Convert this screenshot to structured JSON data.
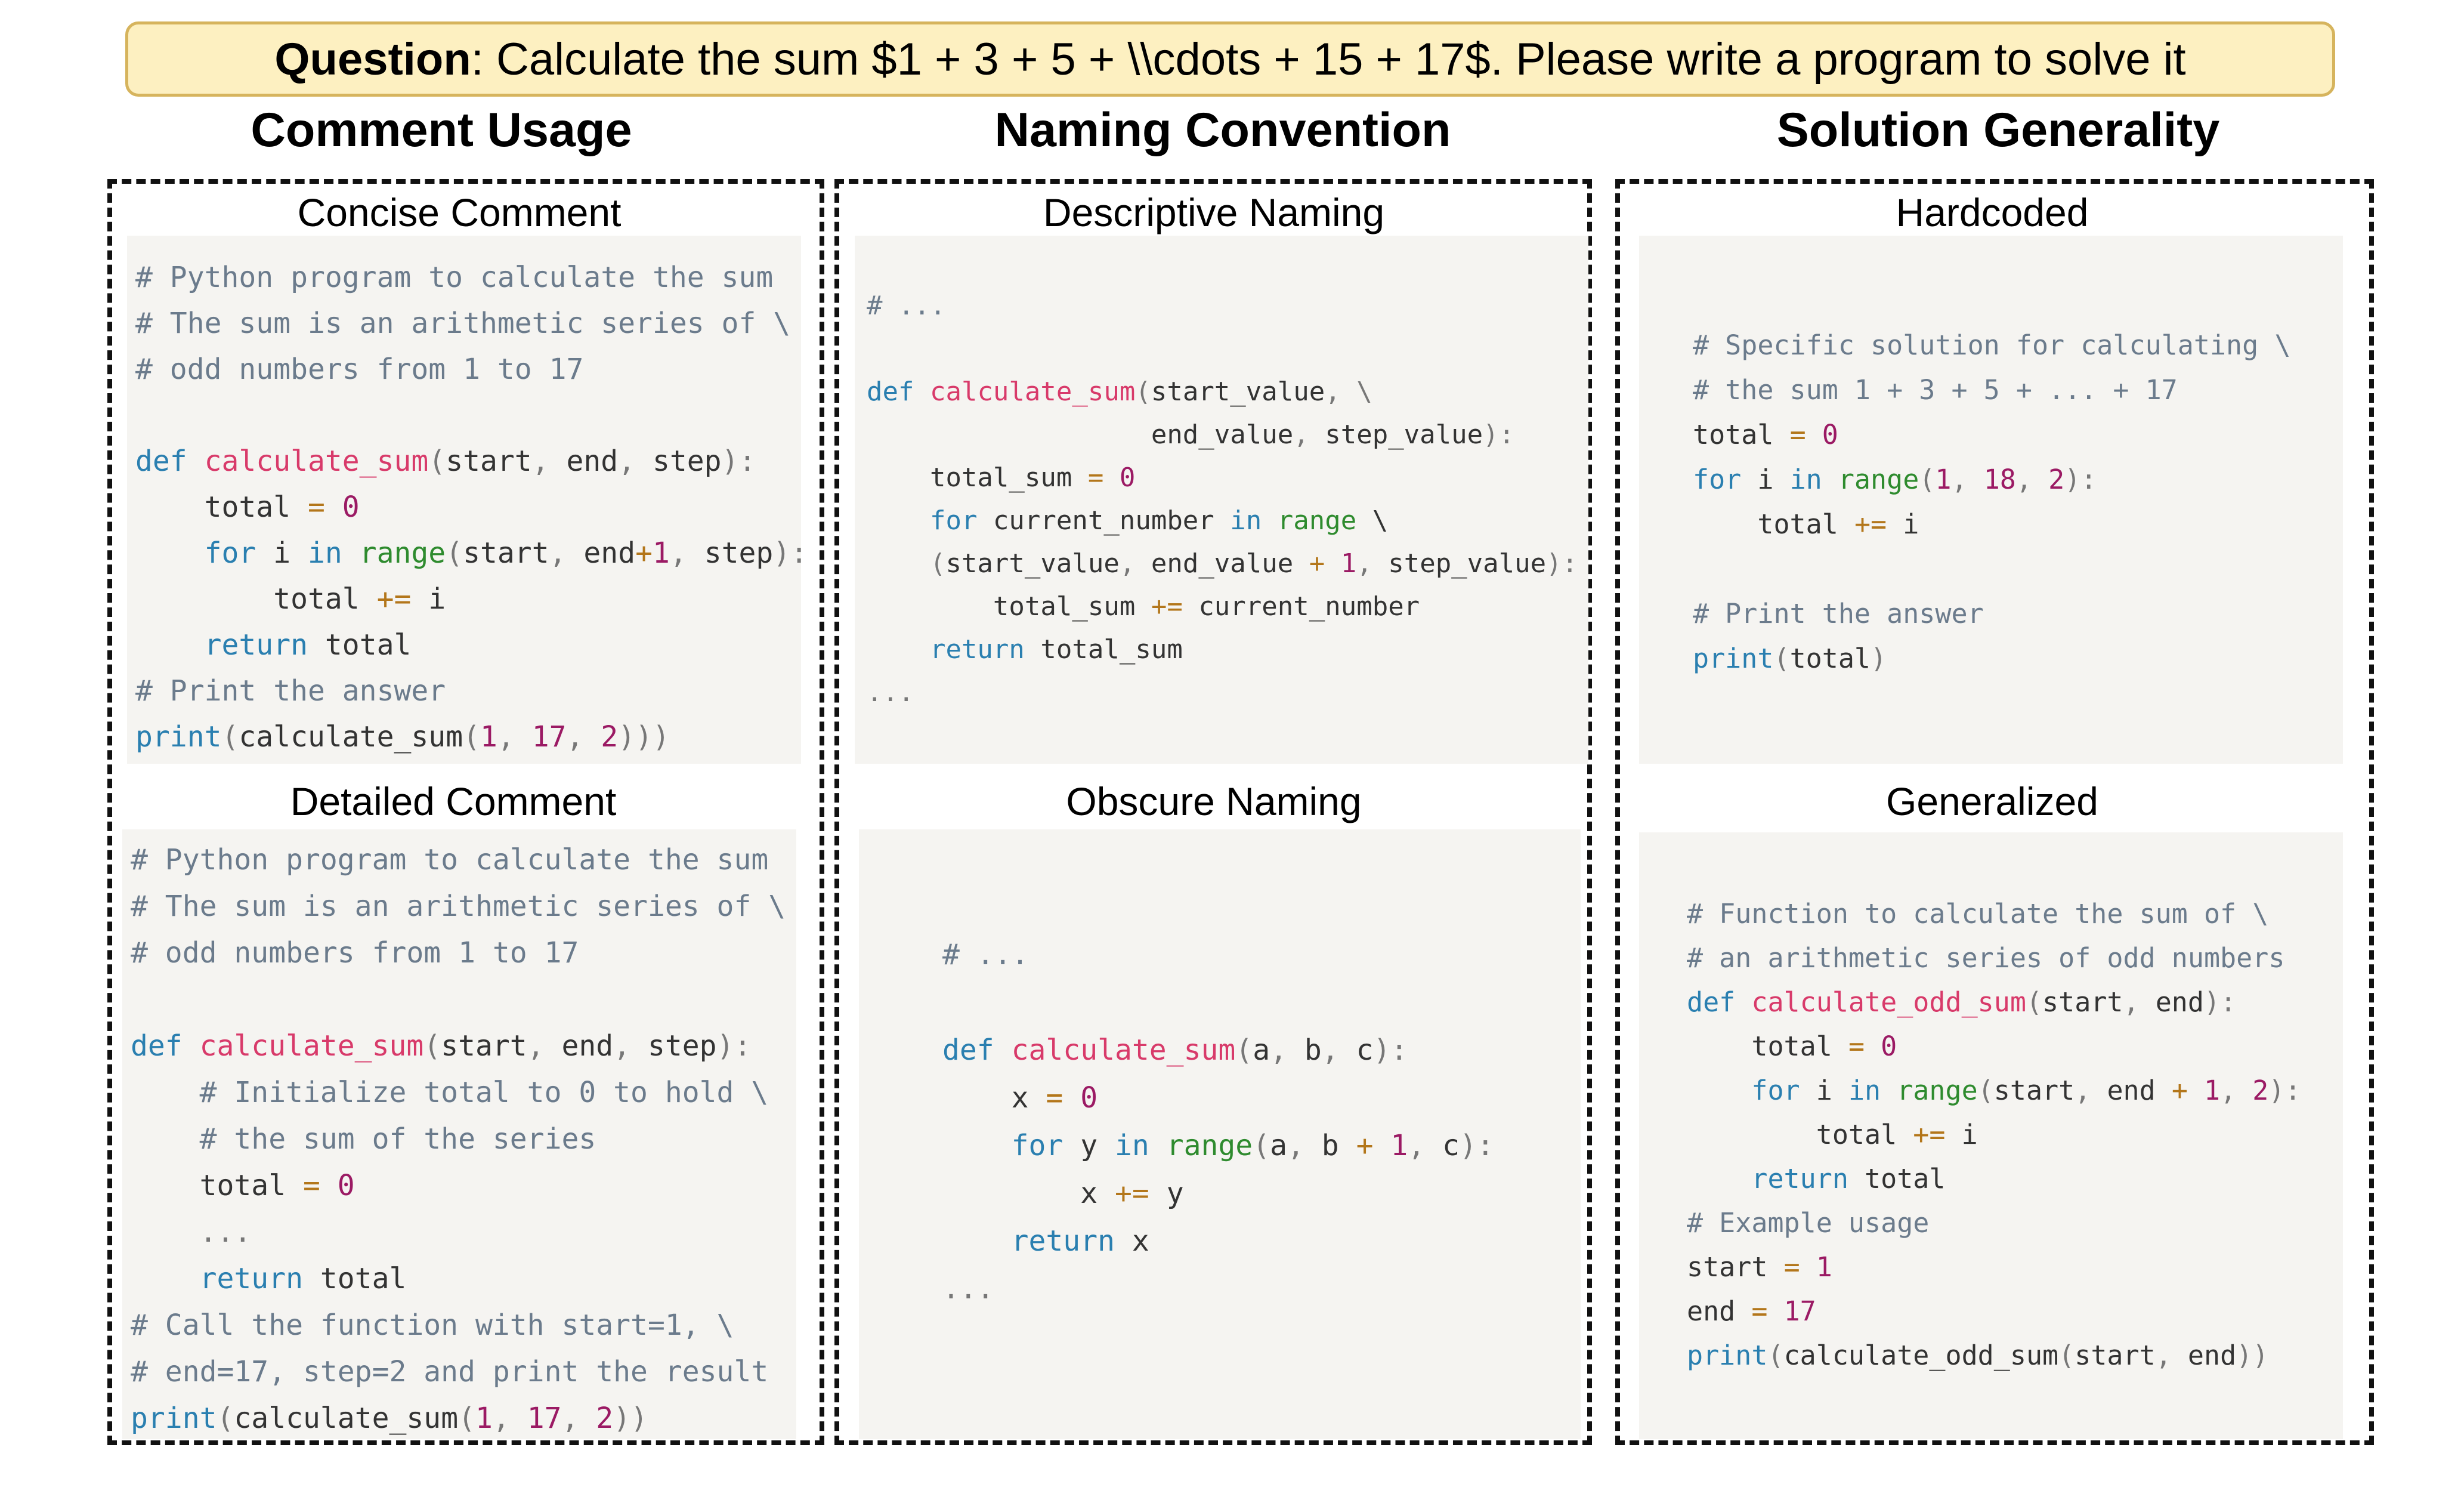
{
  "question": {
    "label": "Question",
    "text": ": Calculate the sum $1 + 3 + 5 + \\\\cdots + 15 + 17$. Please write a program to solve it"
  },
  "columns": [
    {
      "title": "Comment Usage"
    },
    {
      "title": "Naming Convention"
    },
    {
      "title": "Solution Generality"
    }
  ],
  "panels": {
    "concise": {
      "title": "Concise Comment",
      "lines": [
        [
          [
            "cm",
            "# Python program to calculate the sum"
          ]
        ],
        [
          [
            "cm",
            "# The sum is an arithmetic series of \\"
          ]
        ],
        [
          [
            "cm",
            "# odd numbers from 1 to 17"
          ]
        ],
        [],
        [
          [
            "kw",
            "def "
          ],
          [
            "fn",
            "calculate_sum"
          ],
          [
            "pu",
            "("
          ],
          [
            "tx",
            "start"
          ],
          [
            "pu",
            ", "
          ],
          [
            "tx",
            "end"
          ],
          [
            "pu",
            ", "
          ],
          [
            "tx",
            "step"
          ],
          [
            "pu",
            "):"
          ]
        ],
        [
          [
            "tx",
            "    total "
          ],
          [
            "op",
            "= "
          ],
          [
            "num",
            "0"
          ]
        ],
        [
          [
            "kw",
            "    for "
          ],
          [
            "tx",
            "i "
          ],
          [
            "kw",
            "in "
          ],
          [
            "bi",
            "range"
          ],
          [
            "pu",
            "("
          ],
          [
            "tx",
            "start"
          ],
          [
            "pu",
            ", "
          ],
          [
            "tx",
            "end"
          ],
          [
            "op",
            "+"
          ],
          [
            "num",
            "1"
          ],
          [
            "pu",
            ", "
          ],
          [
            "tx",
            "step"
          ],
          [
            "pu",
            "):"
          ]
        ],
        [
          [
            "tx",
            "        total "
          ],
          [
            "op",
            "+= "
          ],
          [
            "tx",
            "i"
          ]
        ],
        [
          [
            "kw",
            "    return "
          ],
          [
            "tx",
            "total"
          ]
        ],
        [
          [
            "cm",
            "# Print the answer"
          ]
        ],
        [
          [
            "kw",
            "print"
          ],
          [
            "pu",
            "("
          ],
          [
            "tx",
            "calculate_sum"
          ],
          [
            "pu",
            "("
          ],
          [
            "num",
            "1"
          ],
          [
            "pu",
            ", "
          ],
          [
            "num",
            "17"
          ],
          [
            "pu",
            ", "
          ],
          [
            "num",
            "2"
          ],
          [
            "pu",
            ")))"
          ]
        ]
      ]
    },
    "detailed": {
      "title": "Detailed Comment",
      "lines": [
        [
          [
            "cm",
            "# Python program to calculate the sum"
          ]
        ],
        [
          [
            "cm",
            "# The sum is an arithmetic series of \\"
          ]
        ],
        [
          [
            "cm",
            "# odd numbers from 1 to 17"
          ]
        ],
        [],
        [
          [
            "kw",
            "def "
          ],
          [
            "fn",
            "calculate_sum"
          ],
          [
            "pu",
            "("
          ],
          [
            "tx",
            "start"
          ],
          [
            "pu",
            ", "
          ],
          [
            "tx",
            "end"
          ],
          [
            "pu",
            ", "
          ],
          [
            "tx",
            "step"
          ],
          [
            "pu",
            "):"
          ]
        ],
        [
          [
            "cm",
            "    # Initialize total to 0 to hold \\"
          ]
        ],
        [
          [
            "cm",
            "    # the sum of the series"
          ]
        ],
        [
          [
            "tx",
            "    total "
          ],
          [
            "op",
            "= "
          ],
          [
            "num",
            "0"
          ]
        ],
        [
          [
            "pu",
            "    ..."
          ]
        ],
        [
          [
            "kw",
            "    return "
          ],
          [
            "tx",
            "total"
          ]
        ],
        [
          [
            "cm",
            "# Call the function with start=1, \\"
          ]
        ],
        [
          [
            "cm",
            "# end=17, step=2 and print the result"
          ]
        ],
        [
          [
            "kw",
            "print"
          ],
          [
            "pu",
            "("
          ],
          [
            "tx",
            "calculate_sum"
          ],
          [
            "pu",
            "("
          ],
          [
            "num",
            "1"
          ],
          [
            "pu",
            ", "
          ],
          [
            "num",
            "17"
          ],
          [
            "pu",
            ", "
          ],
          [
            "num",
            "2"
          ],
          [
            "pu",
            "))"
          ]
        ]
      ]
    },
    "descriptive": {
      "title": "Descriptive Naming",
      "lines": [
        [
          [
            "cm",
            "# ..."
          ]
        ],
        [],
        [
          [
            "kw",
            "def "
          ],
          [
            "fn",
            "calculate_sum"
          ],
          [
            "pu",
            "("
          ],
          [
            "tx",
            "start_value"
          ],
          [
            "pu",
            ", \\"
          ]
        ],
        [
          [
            "tx",
            "                  end_value"
          ],
          [
            "pu",
            ", "
          ],
          [
            "tx",
            "step_value"
          ],
          [
            "pu",
            "):"
          ]
        ],
        [
          [
            "tx",
            "    total_sum "
          ],
          [
            "op",
            "= "
          ],
          [
            "num",
            "0"
          ]
        ],
        [
          [
            "kw",
            "    for "
          ],
          [
            "tx",
            "current_number "
          ],
          [
            "kw",
            "in "
          ],
          [
            "bi",
            "range "
          ],
          [
            "tx",
            "\\"
          ]
        ],
        [
          [
            "pu",
            "    ("
          ],
          [
            "tx",
            "start_value"
          ],
          [
            "pu",
            ", "
          ],
          [
            "tx",
            "end_value "
          ],
          [
            "op",
            "+ "
          ],
          [
            "num",
            "1"
          ],
          [
            "pu",
            ", "
          ],
          [
            "tx",
            "step_value"
          ],
          [
            "pu",
            "):"
          ]
        ],
        [
          [
            "tx",
            "        total_sum "
          ],
          [
            "op",
            "+= "
          ],
          [
            "tx",
            "current_number"
          ]
        ],
        [
          [
            "kw",
            "    return "
          ],
          [
            "tx",
            "total_sum"
          ]
        ],
        [
          [
            "pu",
            "..."
          ]
        ]
      ]
    },
    "obscure": {
      "title": "Obscure Naming",
      "lines": [
        [
          [
            "cm",
            "# ..."
          ]
        ],
        [],
        [
          [
            "kw",
            "def "
          ],
          [
            "fn",
            "calculate_sum"
          ],
          [
            "pu",
            "("
          ],
          [
            "tx",
            "a"
          ],
          [
            "pu",
            ", "
          ],
          [
            "tx",
            "b"
          ],
          [
            "pu",
            ", "
          ],
          [
            "tx",
            "c"
          ],
          [
            "pu",
            "):"
          ]
        ],
        [
          [
            "tx",
            "    x "
          ],
          [
            "op",
            "= "
          ],
          [
            "num",
            "0"
          ]
        ],
        [
          [
            "kw",
            "    for "
          ],
          [
            "tx",
            "y "
          ],
          [
            "kw",
            "in "
          ],
          [
            "bi",
            "range"
          ],
          [
            "pu",
            "("
          ],
          [
            "tx",
            "a"
          ],
          [
            "pu",
            ", "
          ],
          [
            "tx",
            "b "
          ],
          [
            "op",
            "+ "
          ],
          [
            "num",
            "1"
          ],
          [
            "pu",
            ", "
          ],
          [
            "tx",
            "c"
          ],
          [
            "pu",
            "):"
          ]
        ],
        [
          [
            "tx",
            "        x "
          ],
          [
            "op",
            "+= "
          ],
          [
            "tx",
            "y"
          ]
        ],
        [
          [
            "kw",
            "    return "
          ],
          [
            "tx",
            "x"
          ]
        ],
        [
          [
            "pu",
            "..."
          ]
        ]
      ]
    },
    "hardcoded": {
      "title": "Hardcoded",
      "lines": [
        [
          [
            "cm",
            "# Specific solution for calculating \\"
          ]
        ],
        [
          [
            "cm",
            "# the sum 1 + 3 + 5 + ... + 17"
          ]
        ],
        [
          [
            "tx",
            "total "
          ],
          [
            "op",
            "= "
          ],
          [
            "num",
            "0"
          ]
        ],
        [
          [
            "kw",
            "for "
          ],
          [
            "tx",
            "i "
          ],
          [
            "kw",
            "in "
          ],
          [
            "bi",
            "range"
          ],
          [
            "pu",
            "("
          ],
          [
            "num",
            "1"
          ],
          [
            "pu",
            ", "
          ],
          [
            "num",
            "18"
          ],
          [
            "pu",
            ", "
          ],
          [
            "num",
            "2"
          ],
          [
            "pu",
            "):"
          ]
        ],
        [
          [
            "tx",
            "    total "
          ],
          [
            "op",
            "+= "
          ],
          [
            "tx",
            "i"
          ]
        ],
        [],
        [
          [
            "cm",
            "# Print the answer"
          ]
        ],
        [
          [
            "kw",
            "print"
          ],
          [
            "pu",
            "("
          ],
          [
            "tx",
            "total"
          ],
          [
            "pu",
            ")"
          ]
        ]
      ]
    },
    "generalized": {
      "title": "Generalized",
      "lines": [
        [
          [
            "cm",
            "# Function to calculate the sum of \\"
          ]
        ],
        [
          [
            "cm",
            "# an arithmetic series of odd numbers"
          ]
        ],
        [
          [
            "kw",
            "def "
          ],
          [
            "fn",
            "calculate_odd_sum"
          ],
          [
            "pu",
            "("
          ],
          [
            "tx",
            "start"
          ],
          [
            "pu",
            ", "
          ],
          [
            "tx",
            "end"
          ],
          [
            "pu",
            "):"
          ]
        ],
        [
          [
            "tx",
            "    total "
          ],
          [
            "op",
            "= "
          ],
          [
            "num",
            "0"
          ]
        ],
        [
          [
            "kw",
            "    for "
          ],
          [
            "tx",
            "i "
          ],
          [
            "kw",
            "in "
          ],
          [
            "bi",
            "range"
          ],
          [
            "pu",
            "("
          ],
          [
            "tx",
            "start"
          ],
          [
            "pu",
            ", "
          ],
          [
            "tx",
            "end "
          ],
          [
            "op",
            "+ "
          ],
          [
            "num",
            "1"
          ],
          [
            "pu",
            ", "
          ],
          [
            "num",
            "2"
          ],
          [
            "pu",
            "):"
          ]
        ],
        [
          [
            "tx",
            "        total "
          ],
          [
            "op",
            "+= "
          ],
          [
            "tx",
            "i"
          ]
        ],
        [
          [
            "kw",
            "    return "
          ],
          [
            "tx",
            "total"
          ]
        ],
        [
          [
            "cm",
            "# Example usage"
          ]
        ],
        [
          [
            "tx",
            "start "
          ],
          [
            "op",
            "= "
          ],
          [
            "num",
            "1"
          ]
        ],
        [
          [
            "tx",
            "end "
          ],
          [
            "op",
            "= "
          ],
          [
            "num",
            "17"
          ]
        ],
        [
          [
            "kw",
            "print"
          ],
          [
            "pu",
            "("
          ],
          [
            "tx",
            "calculate_odd_sum"
          ],
          [
            "pu",
            "("
          ],
          [
            "tx",
            "start"
          ],
          [
            "pu",
            ", "
          ],
          [
            "tx",
            "end"
          ],
          [
            "pu",
            "))"
          ]
        ]
      ]
    }
  }
}
